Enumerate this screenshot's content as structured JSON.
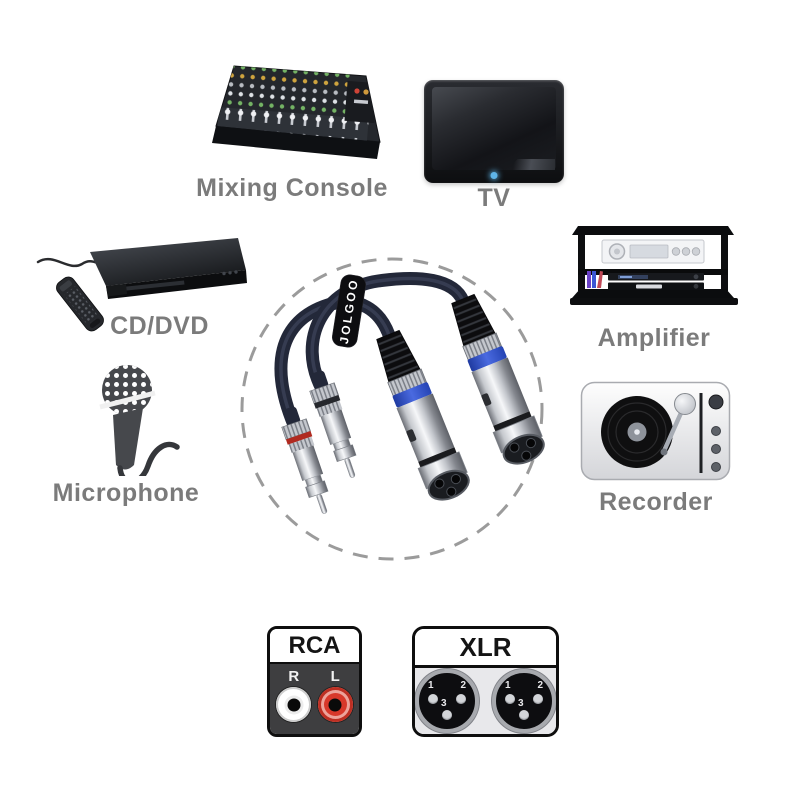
{
  "background": "#ffffff",
  "devices": {
    "mixing_console": {
      "label": "Mixing Console"
    },
    "tv": {
      "label": "TV"
    },
    "cd_dvd": {
      "label": "CD/DVD"
    },
    "amplifier": {
      "label": "Amplifier"
    },
    "microphone": {
      "label": "Microphone"
    },
    "recorder": {
      "label": "Recorder"
    }
  },
  "cable": {
    "brand": "JOLGOO",
    "jacket_color": "#232839",
    "xlr_band_color": "#2f4fc0",
    "rca_band_color": "#b02a20"
  },
  "legend": {
    "rca": {
      "title": "RCA",
      "channels": [
        {
          "label": "R",
          "jack_color": "#ffffff"
        },
        {
          "label": "L",
          "jack_color": "#d8382b"
        }
      ]
    },
    "xlr": {
      "title": "XLR",
      "pins": [
        "1",
        "2",
        "3"
      ]
    }
  },
  "styles": {
    "label_color": "#7b7b7b",
    "dashed_circle_color": "#9b9b9b",
    "tv_led_color": "#5fb5e8"
  }
}
